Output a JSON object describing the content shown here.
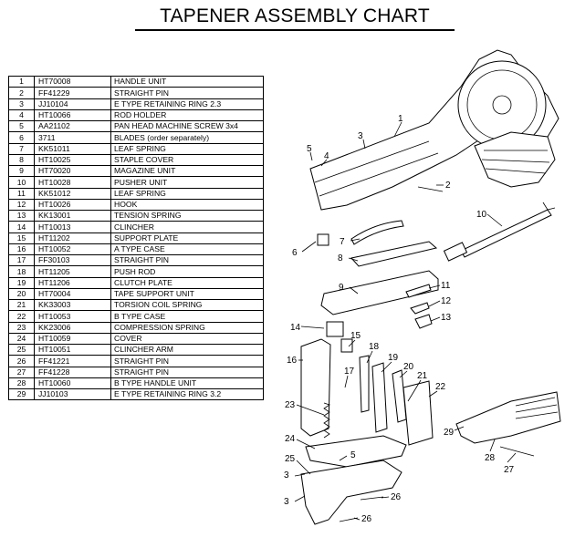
{
  "title": "TAPENER ASSEMBLY CHART",
  "parts": [
    {
      "no": "1",
      "code": "HT70008",
      "desc": "HANDLE UNIT"
    },
    {
      "no": "2",
      "code": "FF41229",
      "desc": "STRAIGHT PIN"
    },
    {
      "no": "3",
      "code": "JJ10104",
      "desc": "E TYPE RETAINING RING 2.3"
    },
    {
      "no": "4",
      "code": "HT10066",
      "desc": "ROD HOLDER"
    },
    {
      "no": "5",
      "code": "AA21102",
      "desc": "PAN HEAD MACHINE SCREW 3x4"
    },
    {
      "no": "6",
      "code": "3711",
      "desc": "BLADES (order separately)"
    },
    {
      "no": "7",
      "code": "KK51011",
      "desc": "LEAF SPRING"
    },
    {
      "no": "8",
      "code": "HT10025",
      "desc": "STAPLE COVER"
    },
    {
      "no": "9",
      "code": "HT70020",
      "desc": "MAGAZINE UNIT"
    },
    {
      "no": "10",
      "code": "HT10028",
      "desc": "PUSHER UNIT"
    },
    {
      "no": "11",
      "code": "KK51012",
      "desc": "LEAF SPRING"
    },
    {
      "no": "12",
      "code": "HT10026",
      "desc": "HOOK"
    },
    {
      "no": "13",
      "code": "KK13001",
      "desc": "TENSION SPRING"
    },
    {
      "no": "14",
      "code": "HT10013",
      "desc": "CLINCHER"
    },
    {
      "no": "15",
      "code": "HT11202",
      "desc": "SUPPORT PLATE"
    },
    {
      "no": "16",
      "code": "HT10052",
      "desc": "A TYPE CASE"
    },
    {
      "no": "17",
      "code": "FF30103",
      "desc": "STRAIGHT PIN"
    },
    {
      "no": "18",
      "code": "HT11205",
      "desc": "PUSH ROD"
    },
    {
      "no": "19",
      "code": "HT11206",
      "desc": "CLUTCH PLATE"
    },
    {
      "no": "20",
      "code": "HT70004",
      "desc": "TAPE SUPPORT UNIT"
    },
    {
      "no": "21",
      "code": "KK33003",
      "desc": "TORSION COIL SPRING"
    },
    {
      "no": "22",
      "code": "HT10053",
      "desc": "B TYPE CASE"
    },
    {
      "no": "23",
      "code": "KK23006",
      "desc": "COMPRESSION SPRING"
    },
    {
      "no": "24",
      "code": "HT10059",
      "desc": "COVER"
    },
    {
      "no": "25",
      "code": "HT10051",
      "desc": "CLINCHER ARM"
    },
    {
      "no": "26",
      "code": "FF41221",
      "desc": "STRAIGHT PIN"
    },
    {
      "no": "27",
      "code": "FF41228",
      "desc": "STRAIGHT PIN"
    },
    {
      "no": "28",
      "code": "HT10060",
      "desc": "B TYPE HANDLE UNIT"
    },
    {
      "no": "29",
      "code": "JJ10103",
      "desc": "E TYPE RETAINING RING 3.2"
    }
  ],
  "callouts": [
    "1",
    "2",
    "3",
    "4",
    "5",
    "6",
    "7",
    "8",
    "9",
    "10",
    "11",
    "12",
    "13",
    "14",
    "15",
    "16",
    "17",
    "18",
    "19",
    "20",
    "21",
    "22",
    "23",
    "24",
    "5",
    "25",
    "3",
    "3",
    "26",
    "26",
    "27",
    "28",
    "29"
  ]
}
